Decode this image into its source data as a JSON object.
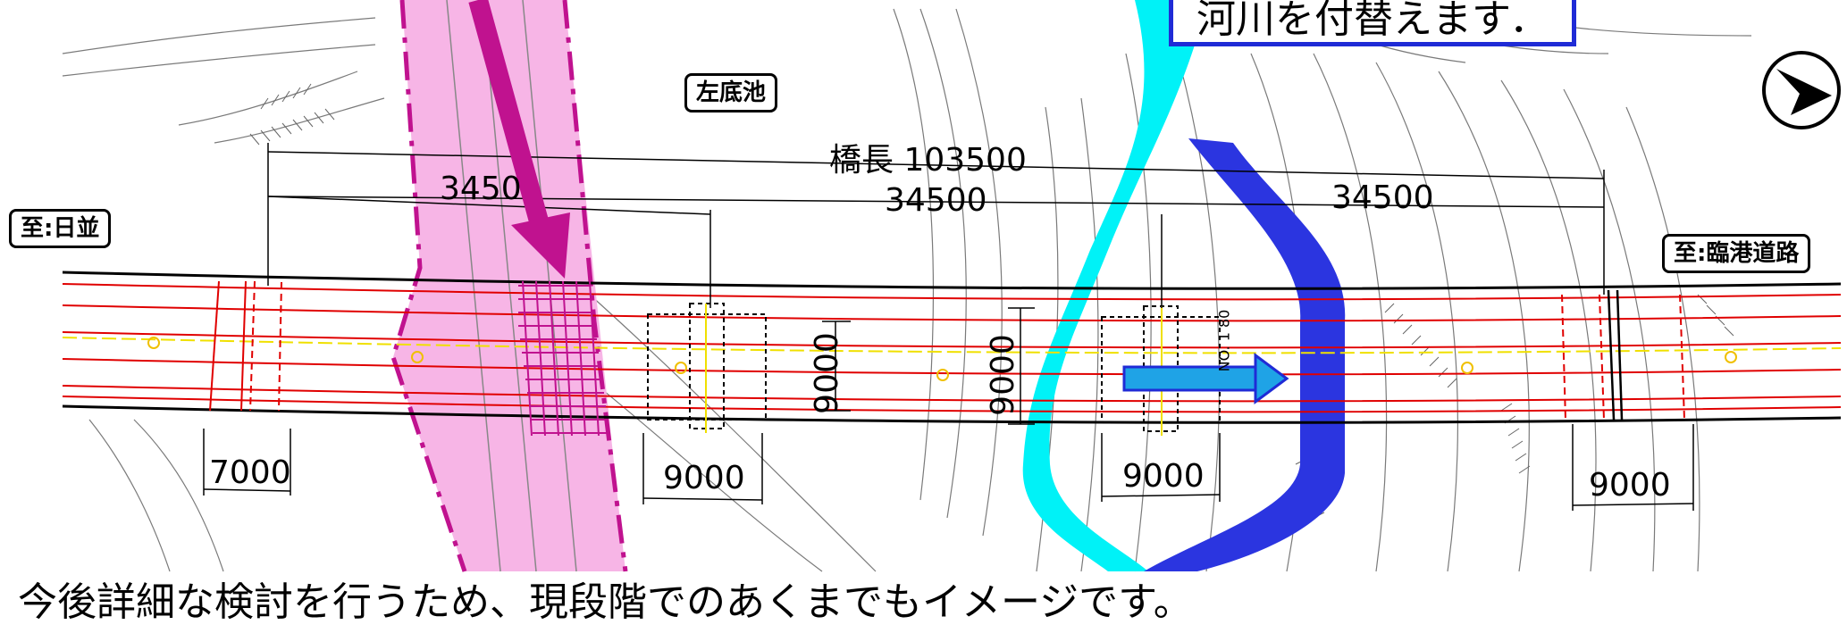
{
  "notice": {
    "text": "河川を付替えます．"
  },
  "labels": {
    "west_destination": "至:日並",
    "east_destination": "至:臨港道路",
    "pond": "左底池"
  },
  "dimensions": {
    "bridge_length": "橋長  103500",
    "span_left_partial": "3450",
    "span_center": "34500",
    "span_right": "34500",
    "pier1_height": "9000",
    "pier2_height": "9000",
    "abutment_left_width": "7000",
    "pier1_width": "9000",
    "pier2_width": "9000",
    "abutment_right_width": "9000",
    "station_label": "NO. 1 80"
  },
  "disclaimer": "今後詳細な検討を行うため、現段階でのあくまでもイメージです。",
  "icons": {
    "compass": "north-arrow-icon"
  },
  "colors": {
    "road_band": "#f7b5e6",
    "road_border": "#c0128f",
    "river_existing": "#00f2f7",
    "river_realigned": "#2b35e0",
    "bridge_outline": "#e00000",
    "centerline": "#f0e000",
    "diversion_arrow": "#1fa3e6",
    "notice_border": "#1f2bd6"
  }
}
